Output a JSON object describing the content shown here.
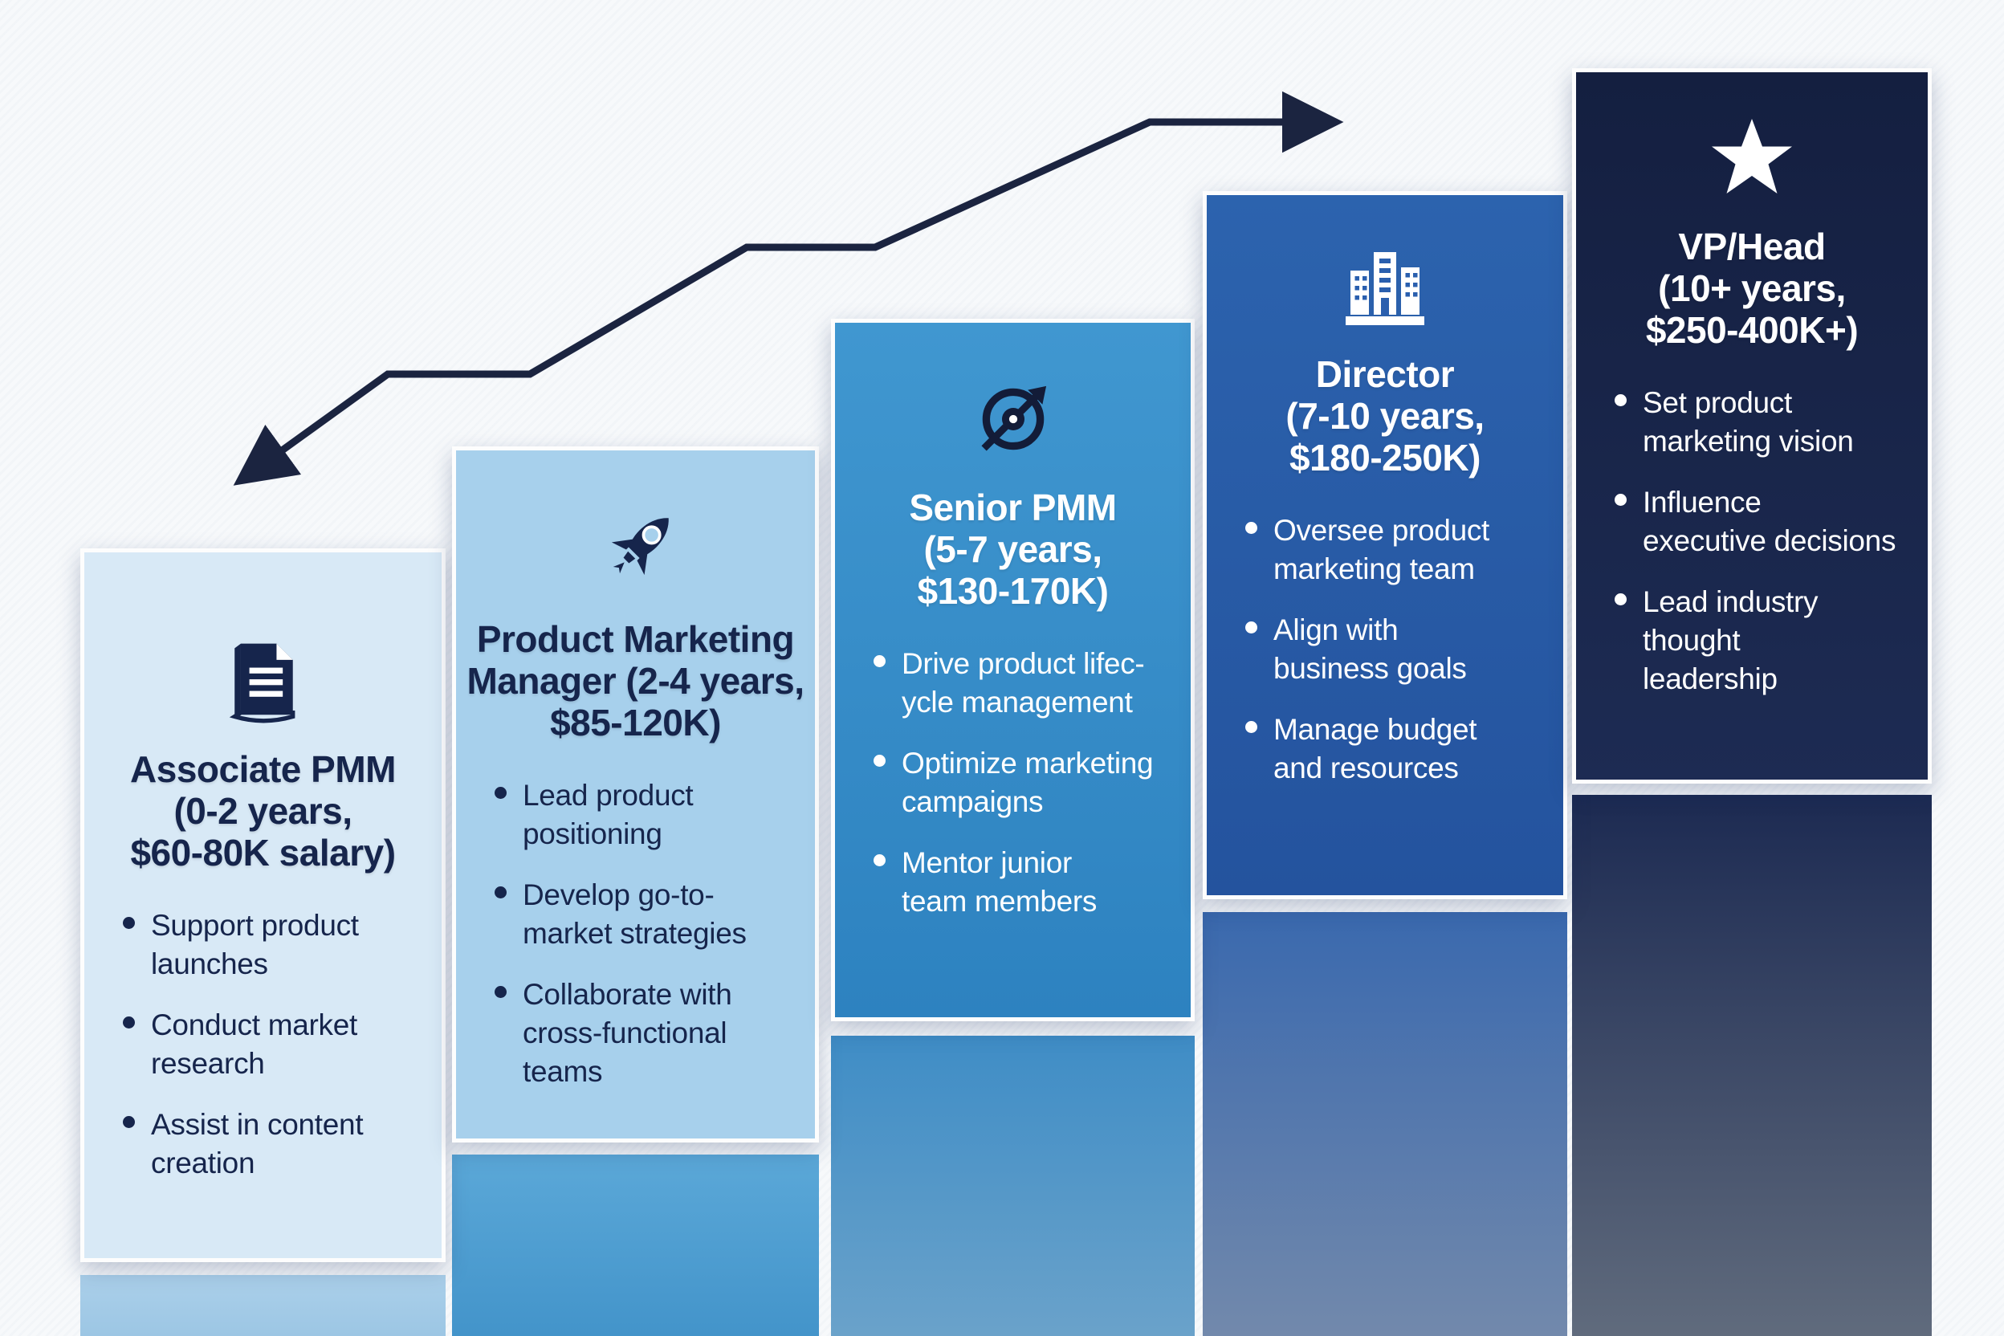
{
  "figure": {
    "type": "career-ladder-infographic",
    "background_color": "#f7f9fb",
    "arrow_color": "#1b2440",
    "card_border_color": "#fdfdfd"
  },
  "cards": [
    {
      "id": "associate-pmm",
      "icon": "document-icon",
      "fill_color": "#d8e9f6",
      "text_color": "#16254c",
      "title": "Associate PMM\n(0-2 years,\n$60-80K salary)",
      "bullets": [
        "Support product\nlaunches",
        "Conduct market\nresearch",
        "Assist in content\ncreation"
      ]
    },
    {
      "id": "product-marketing-manager",
      "icon": "rocket-icon",
      "fill_color": "#a7d0ec",
      "text_color": "#16254c",
      "title": "Product Marketing\nManager (2-4 years,\n$85-120K)",
      "bullets": [
        "Lead product\npositioning",
        "Develop go-to-\nmarket strategies",
        "Collaborate with\ncross-functional\nteams"
      ]
    },
    {
      "id": "senior-pmm",
      "icon": "compass-arrow-icon",
      "fill_color": "#3089c6",
      "text_color": "#ffffff",
      "title": "Senior PMM\n(5-7 years,\n$130-170K)",
      "bullets": [
        "Drive product lifec-\nycle management",
        "Optimize marketing\ncampaigns",
        "Mentor junior\nteam members"
      ]
    },
    {
      "id": "director",
      "icon": "office-building-icon",
      "fill_color": "#2a5fae",
      "text_color": "#ffffff",
      "title": "Director\n(7-10 years,\n$180-250K)",
      "bullets": [
        "Oversee product\nmarketing team",
        "Align with\nbusiness goals",
        "Manage budget\nand resources"
      ]
    },
    {
      "id": "vp-head",
      "icon": "star-icon",
      "fill_color": "#18224a",
      "text_color": "#ffffff",
      "title": "VP/Head\n(10+ years,\n$250-400K+)",
      "bullets": [
        "Set product\nmarketing vision",
        "Influence\nexecutive decisions",
        "Lead industry\nthought\nleadership"
      ]
    }
  ]
}
